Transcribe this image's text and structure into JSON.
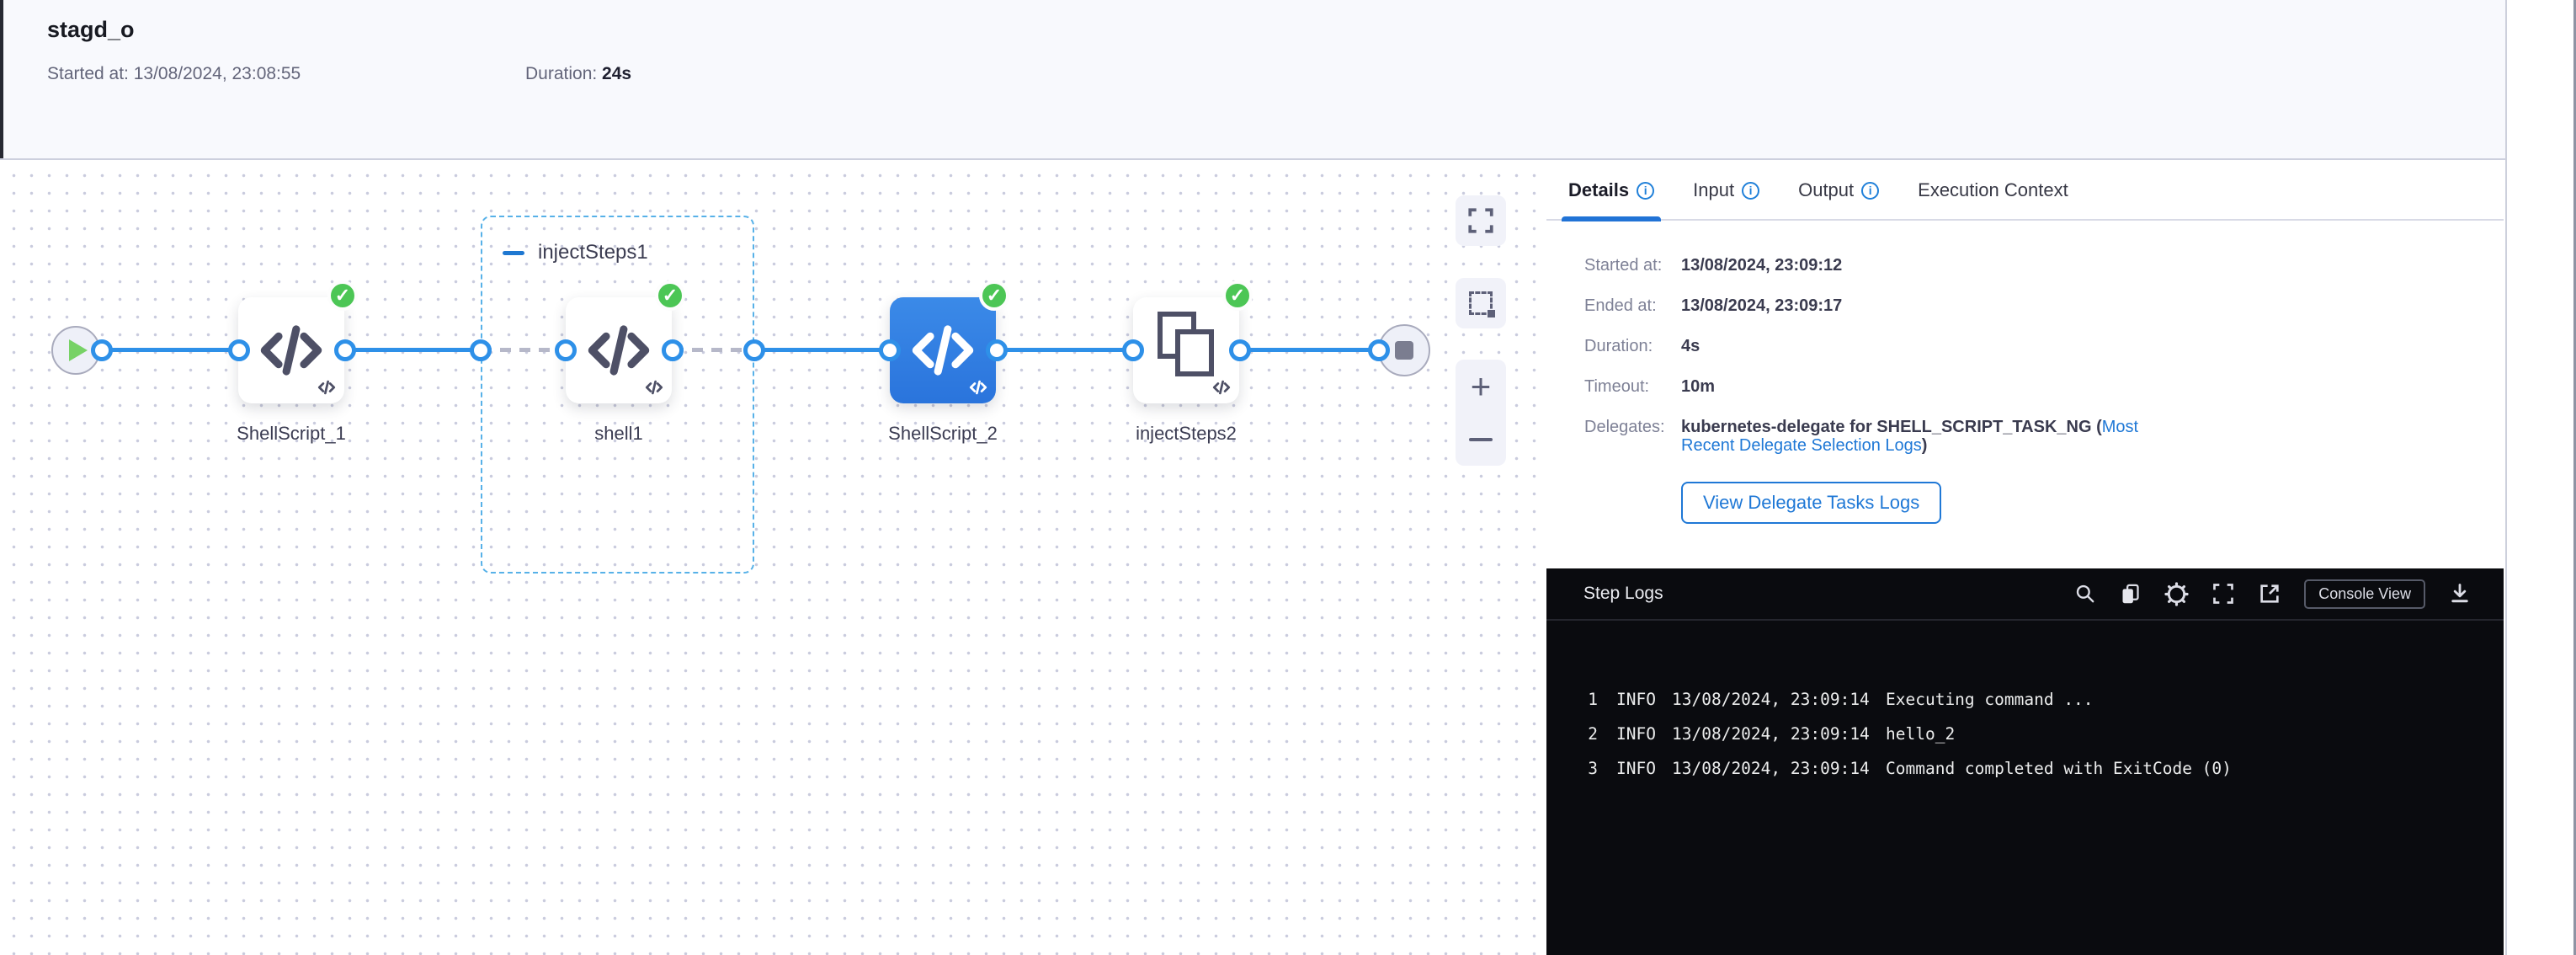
{
  "header": {
    "title": "stagd_o",
    "started": "Started at: 13/08/2024, 23:08:55",
    "duration_label": "Duration: ",
    "duration_value": "24s"
  },
  "canvas": {
    "group": {
      "label": "injectSteps1"
    },
    "nodes": [
      {
        "label": "ShellScript_1",
        "status": "success"
      },
      {
        "label": "shell1",
        "status": "success"
      },
      {
        "label": "ShellScript_2",
        "status": "success",
        "selected": true
      },
      {
        "label": "injectSteps2",
        "status": "success"
      }
    ],
    "check_glyph": "✓"
  },
  "panel": {
    "tabs": [
      {
        "label": "Details"
      },
      {
        "label": "Input"
      },
      {
        "label": "Output"
      },
      {
        "label": "Execution Context"
      }
    ],
    "details": {
      "rows": [
        {
          "label": "Started at:",
          "value": "13/08/2024, 23:09:12"
        },
        {
          "label": "Ended at:",
          "value": "13/08/2024, 23:09:17"
        },
        {
          "label": "Duration:",
          "value": "4s"
        },
        {
          "label": "Timeout:",
          "value": "10m"
        }
      ],
      "delegates_label": "Delegates:",
      "delegates_text": "kubernetes-delegate for SHELL_SCRIPT_TASK_NG (",
      "delegates_link": "Most Recent Delegate Selection Logs",
      "delegates_suffix": ")",
      "button": "View Delegate Tasks Logs"
    }
  },
  "logs": {
    "title": "Step Logs",
    "console_view": "Console View",
    "lines": [
      {
        "num": "1",
        "level": "INFO",
        "time": "13/08/2024, 23:09:14",
        "message": "Executing command ..."
      },
      {
        "num": "2",
        "level": "INFO",
        "time": "13/08/2024, 23:09:14",
        "message": "hello_2"
      },
      {
        "num": "3",
        "level": "INFO",
        "time": "13/08/2024, 23:09:14",
        "message": "Command completed with ExitCode (0)"
      }
    ]
  },
  "colors": {
    "accent_blue": "#0278d5",
    "edge_blue": "#2e90e8",
    "selected_node_blue": "#2e7fe2",
    "success_green": "#4cc655",
    "log_background": "#0a0b0f",
    "group_border_blue": "#57b1e8"
  }
}
